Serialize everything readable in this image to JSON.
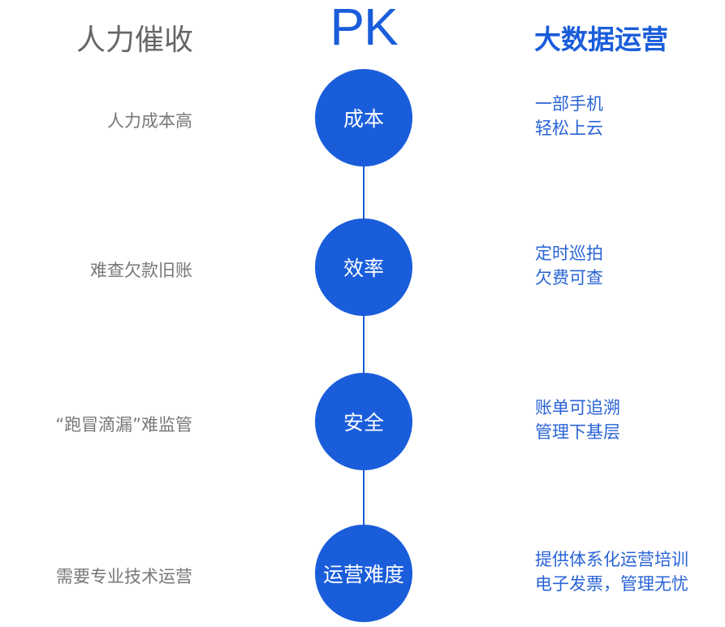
{
  "header": {
    "left_title": "人力催收",
    "center_title": "PK",
    "right_title": "大数据运营"
  },
  "rows": [
    {
      "left": "人力成本高",
      "center": "成本",
      "right_lines": [
        "一部手机",
        "轻松上云"
      ]
    },
    {
      "left": "难查欠款旧账",
      "center": "效率",
      "right_lines": [
        "定时巡拍",
        "欠费可查"
      ]
    },
    {
      "left": "“跑冒滴漏”难监管",
      "center": "安全",
      "right_lines": [
        "账单可追溯",
        "管理下基层"
      ]
    },
    {
      "left": "需要专业技术运营",
      "center": "运营难度",
      "right_lines": [
        "提供体系化运营培训",
        "电子发票，管理无忧"
      ]
    }
  ],
  "colors": {
    "accent": "#1a5ddb",
    "left_text": "#777777",
    "header_left": "#666666"
  }
}
